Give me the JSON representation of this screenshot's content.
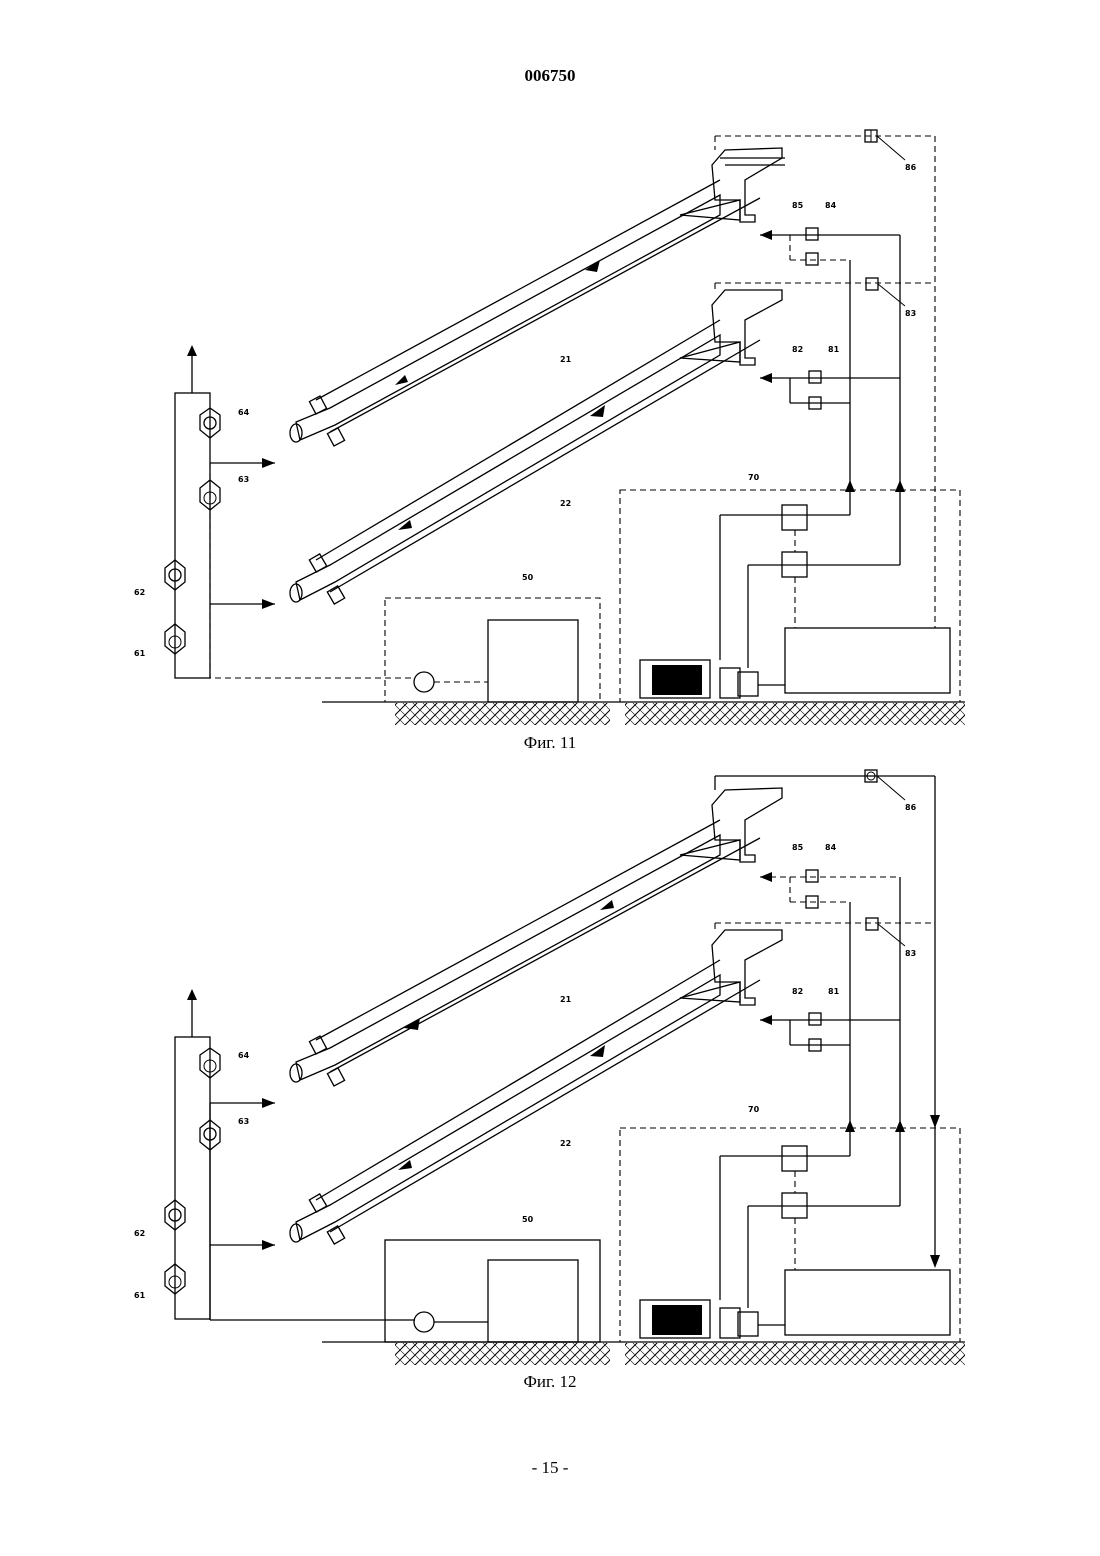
{
  "header": {
    "doc_number": "006750"
  },
  "figures": [
    {
      "caption": "Фиг. 11",
      "labels": {
        "l86": "86",
        "l85": "85",
        "l84": "84",
        "l83": "83",
        "l82": "82",
        "l81": "81",
        "l21": "21",
        "l22": "22",
        "l64": "64",
        "l63": "63",
        "l62": "62",
        "l61": "61",
        "l70": "70",
        "l50": "50"
      }
    },
    {
      "caption": "Фиг. 12",
      "labels": {
        "l86": "86",
        "l85": "85",
        "l84": "84",
        "l83": "83",
        "l82": "82",
        "l81": "81",
        "l21": "21",
        "l22": "22",
        "l64": "64",
        "l63": "63",
        "l62": "62",
        "l61": "61",
        "l70": "70",
        "l50": "50"
      }
    }
  ],
  "footer": {
    "page_number": "- 15 -"
  }
}
